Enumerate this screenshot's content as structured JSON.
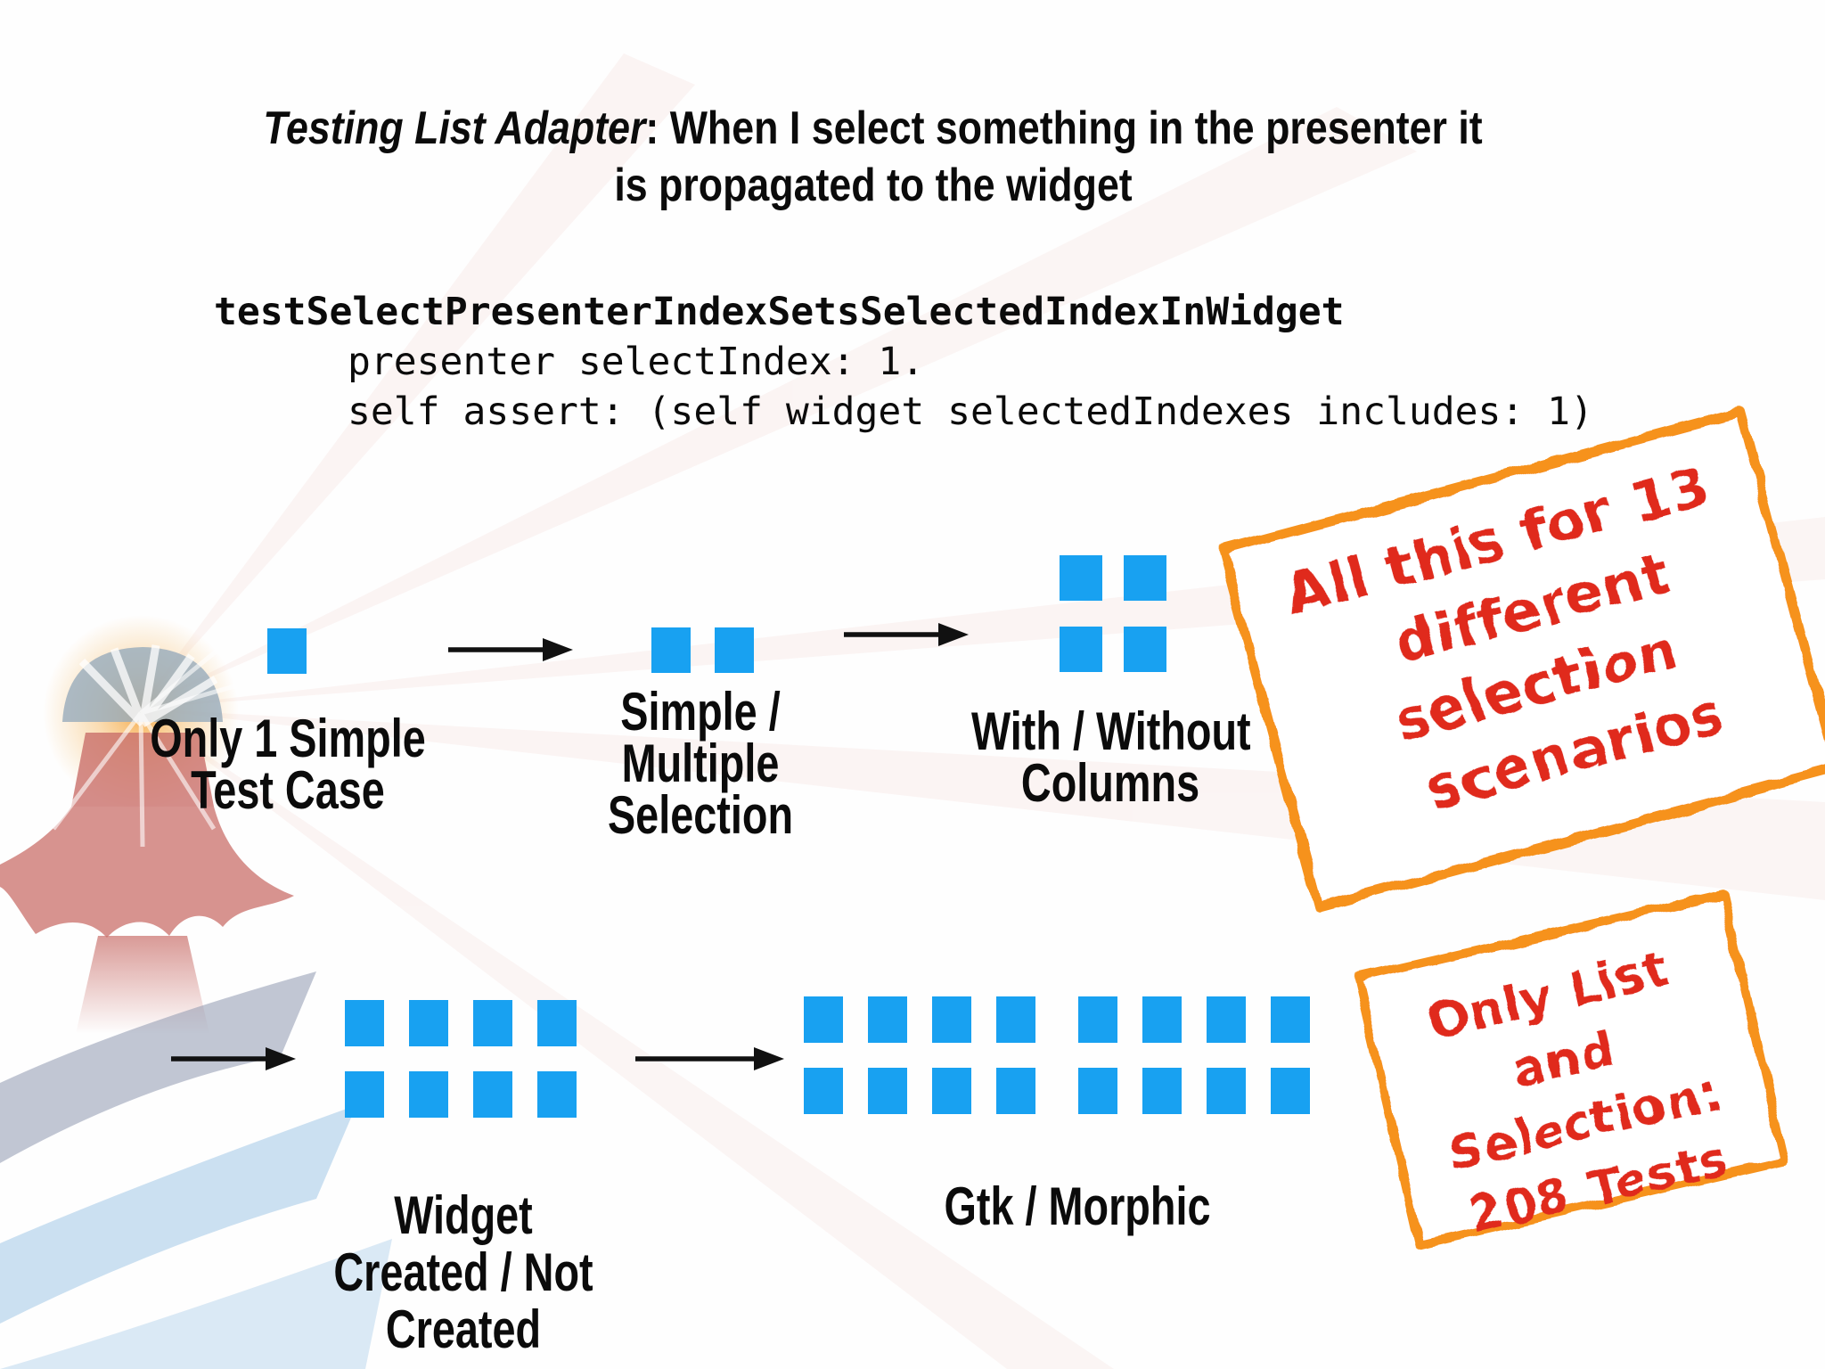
{
  "slide": {
    "title": {
      "emphasis": "Testing List Adapter",
      "rest": ": When I select something in the presenter it",
      "line2": "is propagated to the widget"
    },
    "code": {
      "signature": "testSelectPresenterIndexSetsSelectedIndexInWidget",
      "body_lines": [
        "presenter selectIndex: 1.",
        "self assert: (self widget selectedIndexes includes: 1)"
      ]
    },
    "stages": [
      {
        "name": "single-test-case",
        "label_lines": [
          "Only 1 Simple",
          "Test Case"
        ],
        "grid": {
          "rows": 1,
          "cols": 1
        }
      },
      {
        "name": "selection-mode",
        "label_lines": [
          "Simple /",
          "Multiple",
          "Selection"
        ],
        "grid": {
          "rows": 1,
          "cols": 2
        }
      },
      {
        "name": "columns",
        "label_lines": [
          "With / Without",
          "Columns"
        ],
        "grid": {
          "rows": 2,
          "cols": 2
        }
      },
      {
        "name": "widget-created",
        "label_lines": [
          "Widget",
          "Created / Not",
          "Created"
        ],
        "grid": {
          "rows": 2,
          "cols": 4
        }
      },
      {
        "name": "backend",
        "label_lines": [
          "Gtk / Morphic"
        ],
        "grid": {
          "rows": 2,
          "cols": 8,
          "group_split": 4
        }
      }
    ],
    "notes": [
      {
        "name": "selection-scenarios",
        "lines": [
          "All this for 13",
          "different",
          "selection",
          "scenarios"
        ]
      },
      {
        "name": "test-count",
        "lines": [
          "Only List and",
          "Selection:",
          "208 Tests"
        ]
      }
    ],
    "colors": {
      "square": "#18a1f1",
      "note_border": "#f6921e",
      "note_text": "#e02a1e",
      "arrow": "#111111"
    },
    "watermark": "pharo-lighthouse"
  }
}
